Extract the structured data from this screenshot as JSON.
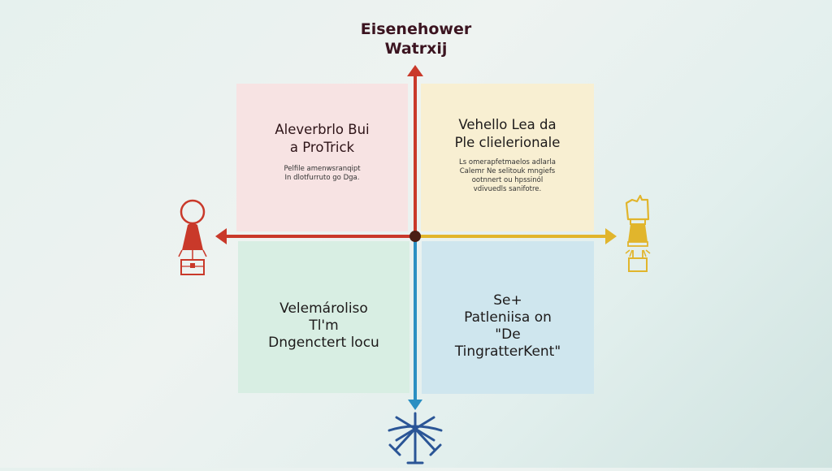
{
  "title": {
    "line1": "Eisenehower",
    "line2": "Watrxij"
  },
  "quadrants": {
    "top_left": {
      "heading_line1": "Aleverbrlo Bui",
      "heading_line2": "a ProTrick",
      "body_line1": "Pelfile amenwsranqipt",
      "body_line2": "In dlotfurruto go Dga."
    },
    "top_right": {
      "heading_line1": "Vehello Lea da",
      "heading_line2": "Ple clielerionale",
      "body_line1": "Ls omerapfetmaelos adlarla",
      "body_line2": "Calemr Ne selitouk mngiefs",
      "body_line3": "ootnnert ou hpssinól",
      "body_line4": "vdivuedls sanifotre."
    },
    "bottom_left": {
      "line1": "Velemároliso",
      "line2": "Tl'm",
      "line3": "Dngenctert locu"
    },
    "bottom_right": {
      "line1": "Se+",
      "line2": "Patleniisa on",
      "line3": "\"De",
      "line4": "TingratterKent\""
    }
  },
  "axes": {
    "up_color": "#c9392a",
    "left_color": "#c9392a",
    "right_color": "#e1b52c",
    "down_color": "#2a8fc2",
    "center_color": "#4a1e14"
  },
  "icons": {
    "left": "person-red-icon",
    "right": "person-yellow-icon",
    "bottom": "asterisk-branch-icon"
  },
  "colors": {
    "top_left_bg": "#f7e3e3",
    "top_right_bg": "#f8efd2",
    "bottom_left_bg": "#d8eee3",
    "bottom_right_bg": "#cfe6ee",
    "title_color": "#3b1420"
  }
}
